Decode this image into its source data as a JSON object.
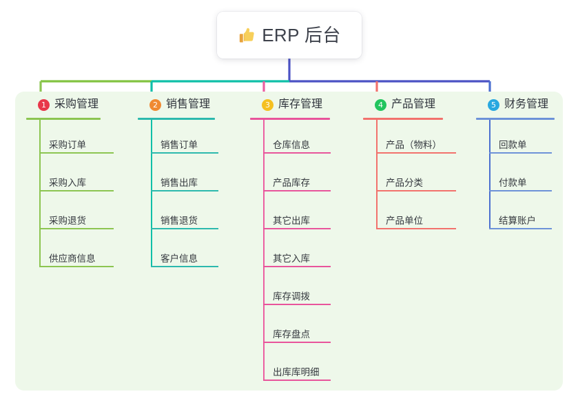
{
  "root": {
    "icon": "thumbs-up-icon",
    "title": "ERP 后台"
  },
  "colors": {
    "panel_bg": "#eef8ea",
    "root_text": "#3d414b",
    "leaf_text": "#35393f",
    "trunk_line": "#4b52c4",
    "bar_green": "#82c341",
    "bar_teal": "#0fbfa8",
    "bar_indigo": "#4b52c4"
  },
  "columns": [
    {
      "badge": "1",
      "badge_color": "#e8374a",
      "title": "采购管理",
      "line_color": "#8cc551",
      "drop_color": "#8cc551",
      "leaf_width": 108,
      "items": [
        "采购订单",
        "采购入库",
        "采购退货",
        "供应商信息"
      ]
    },
    {
      "badge": "2",
      "badge_color": "#f08a32",
      "title": "销售管理",
      "line_color": "#2cb9ad",
      "drop_color": "#0fbfa8",
      "leaf_width": 98,
      "items": [
        "销售订单",
        "销售出库",
        "销售退货",
        "客户信息"
      ]
    },
    {
      "badge": "3",
      "badge_color": "#f5c020",
      "title": "库存管理",
      "line_color": "#e8549b",
      "drop_color": "#ec5fa1",
      "leaf_width": 98,
      "items": [
        "仓库信息",
        "产品库存",
        "其它出库",
        "其它入库",
        "库存调拨",
        "库存盘点",
        "出库库明细"
      ]
    },
    {
      "badge": "4",
      "badge_color": "#22c55e",
      "title": "产品管理",
      "line_color": "#f2716c",
      "drop_color": "#f2716c",
      "leaf_width": 116,
      "items": [
        "产品（物料）",
        "产品分类",
        "产品单位"
      ]
    },
    {
      "badge": "5",
      "badge_color": "#29a8e0",
      "title": "财务管理",
      "line_color": "#6d92d8",
      "drop_color": "#4b6fd0",
      "leaf_width": 91,
      "items": [
        "回款单",
        "付款单",
        "结算账户"
      ]
    }
  ]
}
